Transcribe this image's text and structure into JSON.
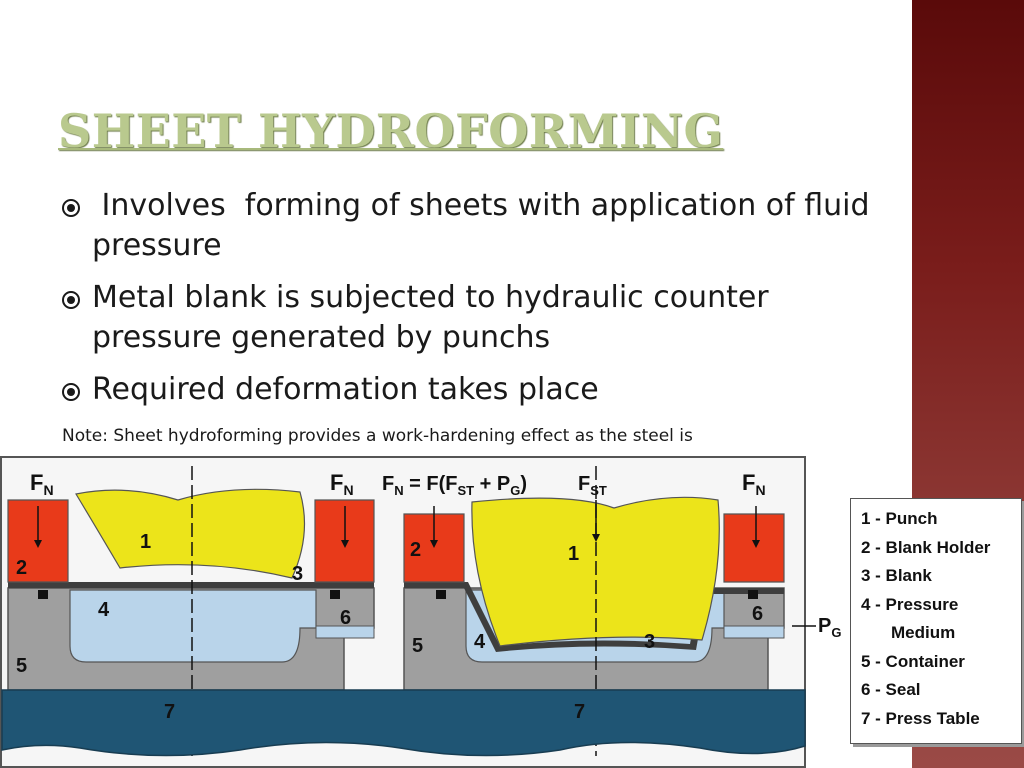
{
  "slide": {
    "title": "SHEET HYDROFORMING",
    "bullets": [
      " Involves  forming of sheets with application of fluid pressure",
      "Metal blank is subjected to hydraulic counter pressure generated by punchs",
      "Required deformation takes place"
    ],
    "note": "Note:  Sheet hydroforming provides a work-hardening effect as the steel is"
  },
  "diagram": {
    "left_labels": {
      "force_left": "F",
      "force_left_sub": "N",
      "force_right": "F",
      "force_right_sub": "N",
      "n1": "1",
      "n2": "2",
      "n3": "3",
      "n4": "4",
      "n5": "5",
      "n6": "6",
      "n7": "7"
    },
    "right_labels": {
      "equation_a": "F",
      "equation_a_sub": "N",
      "equation_b": " = F(F",
      "equation_b_sub": "ST",
      "equation_c": " + P",
      "equation_c_sub": "G",
      "equation_d": ")",
      "fst": "F",
      "fst_sub": "ST",
      "force_right": "F",
      "force_right_sub": "N",
      "n1": "1",
      "n2": "2",
      "n3": "3",
      "n4": "4",
      "n5": "5",
      "n6": "6",
      "n7": "7",
      "pg": "P",
      "pg_sub": "G"
    },
    "colors": {
      "punch": "#e83a1a",
      "blank_holder": "#e83a1a",
      "medium": "#b9d4ea",
      "container": "#9f9f9f",
      "table": "#1f5574",
      "yellow": "#ece41a"
    }
  },
  "legend": {
    "items": [
      "1 - Punch",
      "2 - Blank Holder",
      "3 - Blank",
      "4 - Pressure",
      "Medium",
      "5 - Container",
      "6 - Seal",
      "7 - Press Table"
    ]
  }
}
